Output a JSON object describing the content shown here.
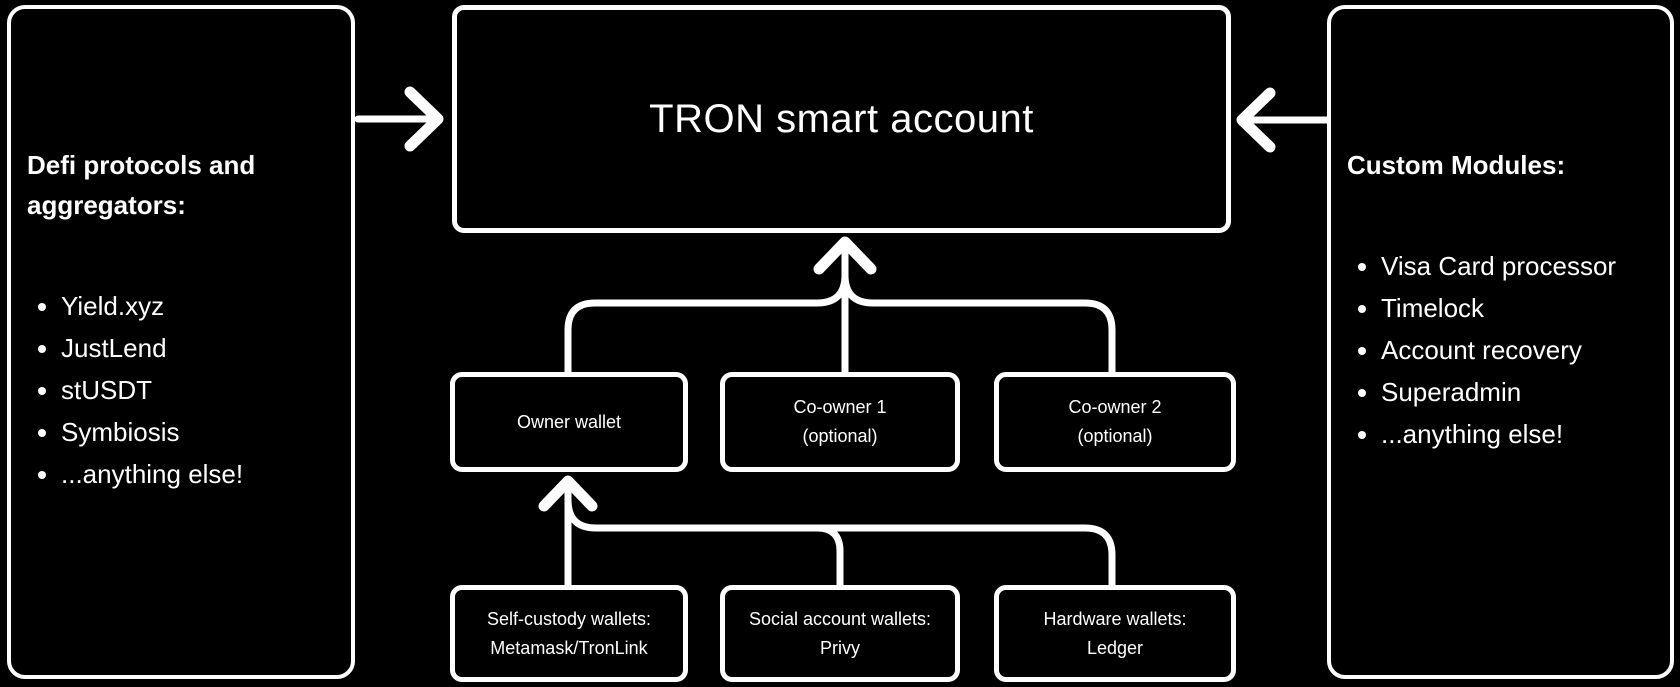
{
  "colors": {
    "background": "#000000",
    "foreground": "#ffffff"
  },
  "left_panel": {
    "heading": "Defi protocols and aggregators:",
    "items": [
      "Yield.xyz",
      "JustLend",
      "stUSDT",
      "Symbiosis",
      "...anything else!"
    ]
  },
  "right_panel": {
    "heading": "Custom Modules:",
    "items": [
      "Visa Card processor",
      "Timelock",
      "Account recovery",
      "Superadmin",
      "...anything else!"
    ]
  },
  "smart_account": {
    "label": "TRON smart account"
  },
  "owners": {
    "owner": {
      "line1": "Owner wallet"
    },
    "co_owner_1": {
      "line1": "Co-owner 1",
      "line2": "(optional)"
    },
    "co_owner_2": {
      "line1": "Co-owner 2",
      "line2": "(optional)"
    }
  },
  "wallets": {
    "self_custody": {
      "line1": "Self-custody wallets:",
      "line2": "Metamask/TronLink"
    },
    "social": {
      "line1": "Social account wallets:",
      "line2": "Privy"
    },
    "hardware": {
      "line1": "Hardware wallets:",
      "line2": "Ledger"
    }
  }
}
